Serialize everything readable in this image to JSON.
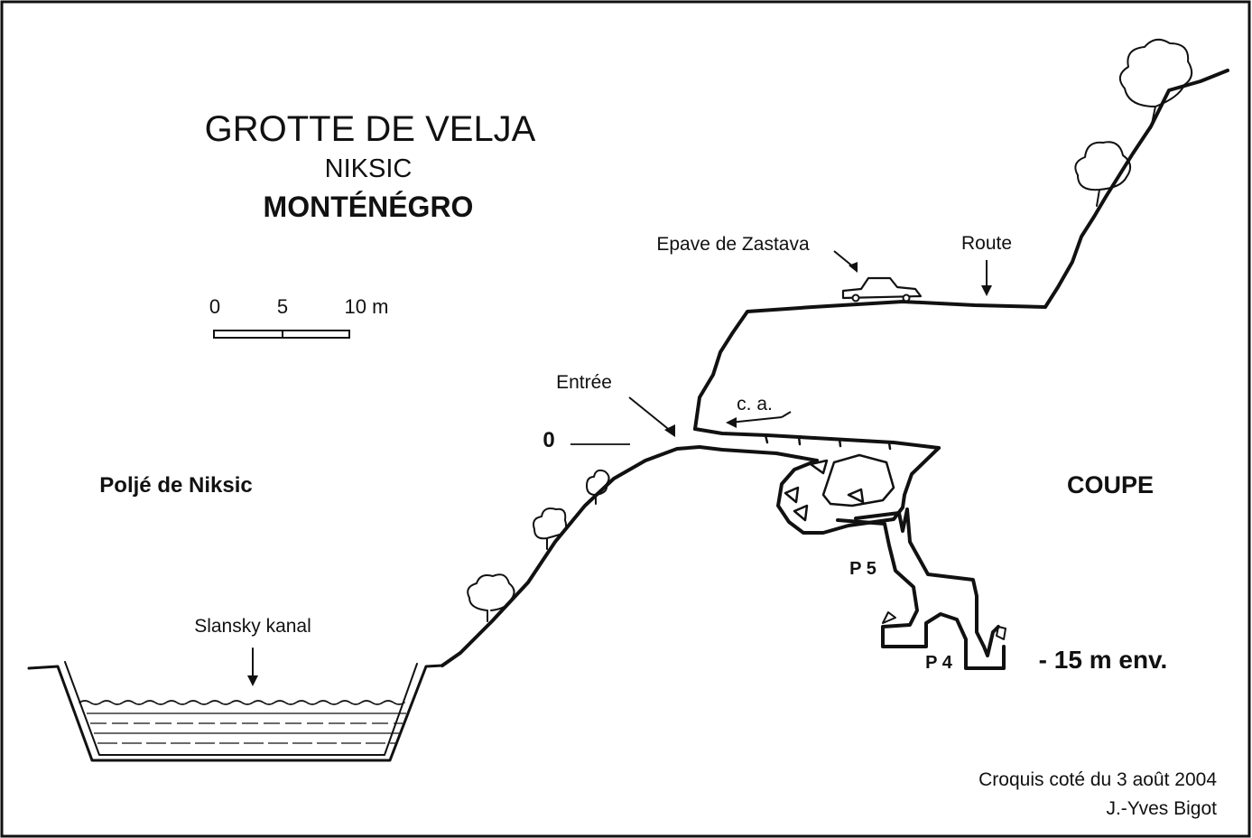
{
  "title": {
    "name": "GROTTE DE VELJA",
    "town": "NIKSIC",
    "country": "MONTÉNÉGRO"
  },
  "scale": {
    "label_0": "0",
    "label_5": "5",
    "label_10": "10 m"
  },
  "labels": {
    "polje": "Poljé de Niksic",
    "canal": "Slansky kanal",
    "entree": "Entrée",
    "zero": "0",
    "wreck": "Epave de Zastava",
    "route": "Route",
    "ca": "c. a.",
    "section": "COUPE",
    "p5": "P 5",
    "p4": "P 4",
    "depth": "- 15 m env."
  },
  "credits": {
    "line1": "Croquis coté du 3 août 2004",
    "line2": "J.-Yves Bigot"
  },
  "colors": {
    "ink": "#111111",
    "paper": "#ffffff"
  }
}
